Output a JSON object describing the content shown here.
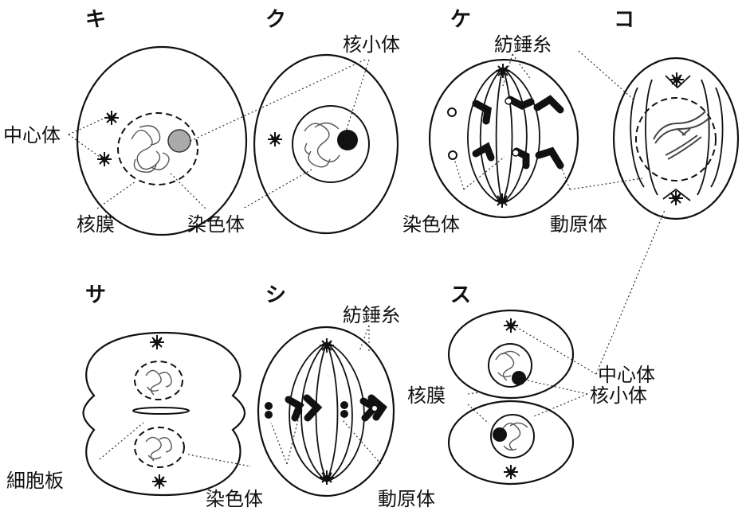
{
  "panels": {
    "ki": "キ",
    "ku": "ク",
    "ke": "ケ",
    "ko": "コ",
    "sa": "サ",
    "shi": "シ",
    "su": "ス"
  },
  "labels": {
    "centrosome_1": "中心体",
    "nuclear_membrane_1": "核膜",
    "chromosome_1": "染色体",
    "nucleolus_1": "核小体",
    "spindle_1": "紡錘糸",
    "chromosome_2": "染色体",
    "kinetochore_1": "動原体",
    "cell_plate": "細胞板",
    "chromosome_3": "染色体",
    "kinetochore_2": "動原体",
    "spindle_2": "紡錘糸",
    "centrosome_2": "中心体",
    "nucleolus_2": "核小体",
    "nuclear_membrane_2": "核膜"
  }
}
